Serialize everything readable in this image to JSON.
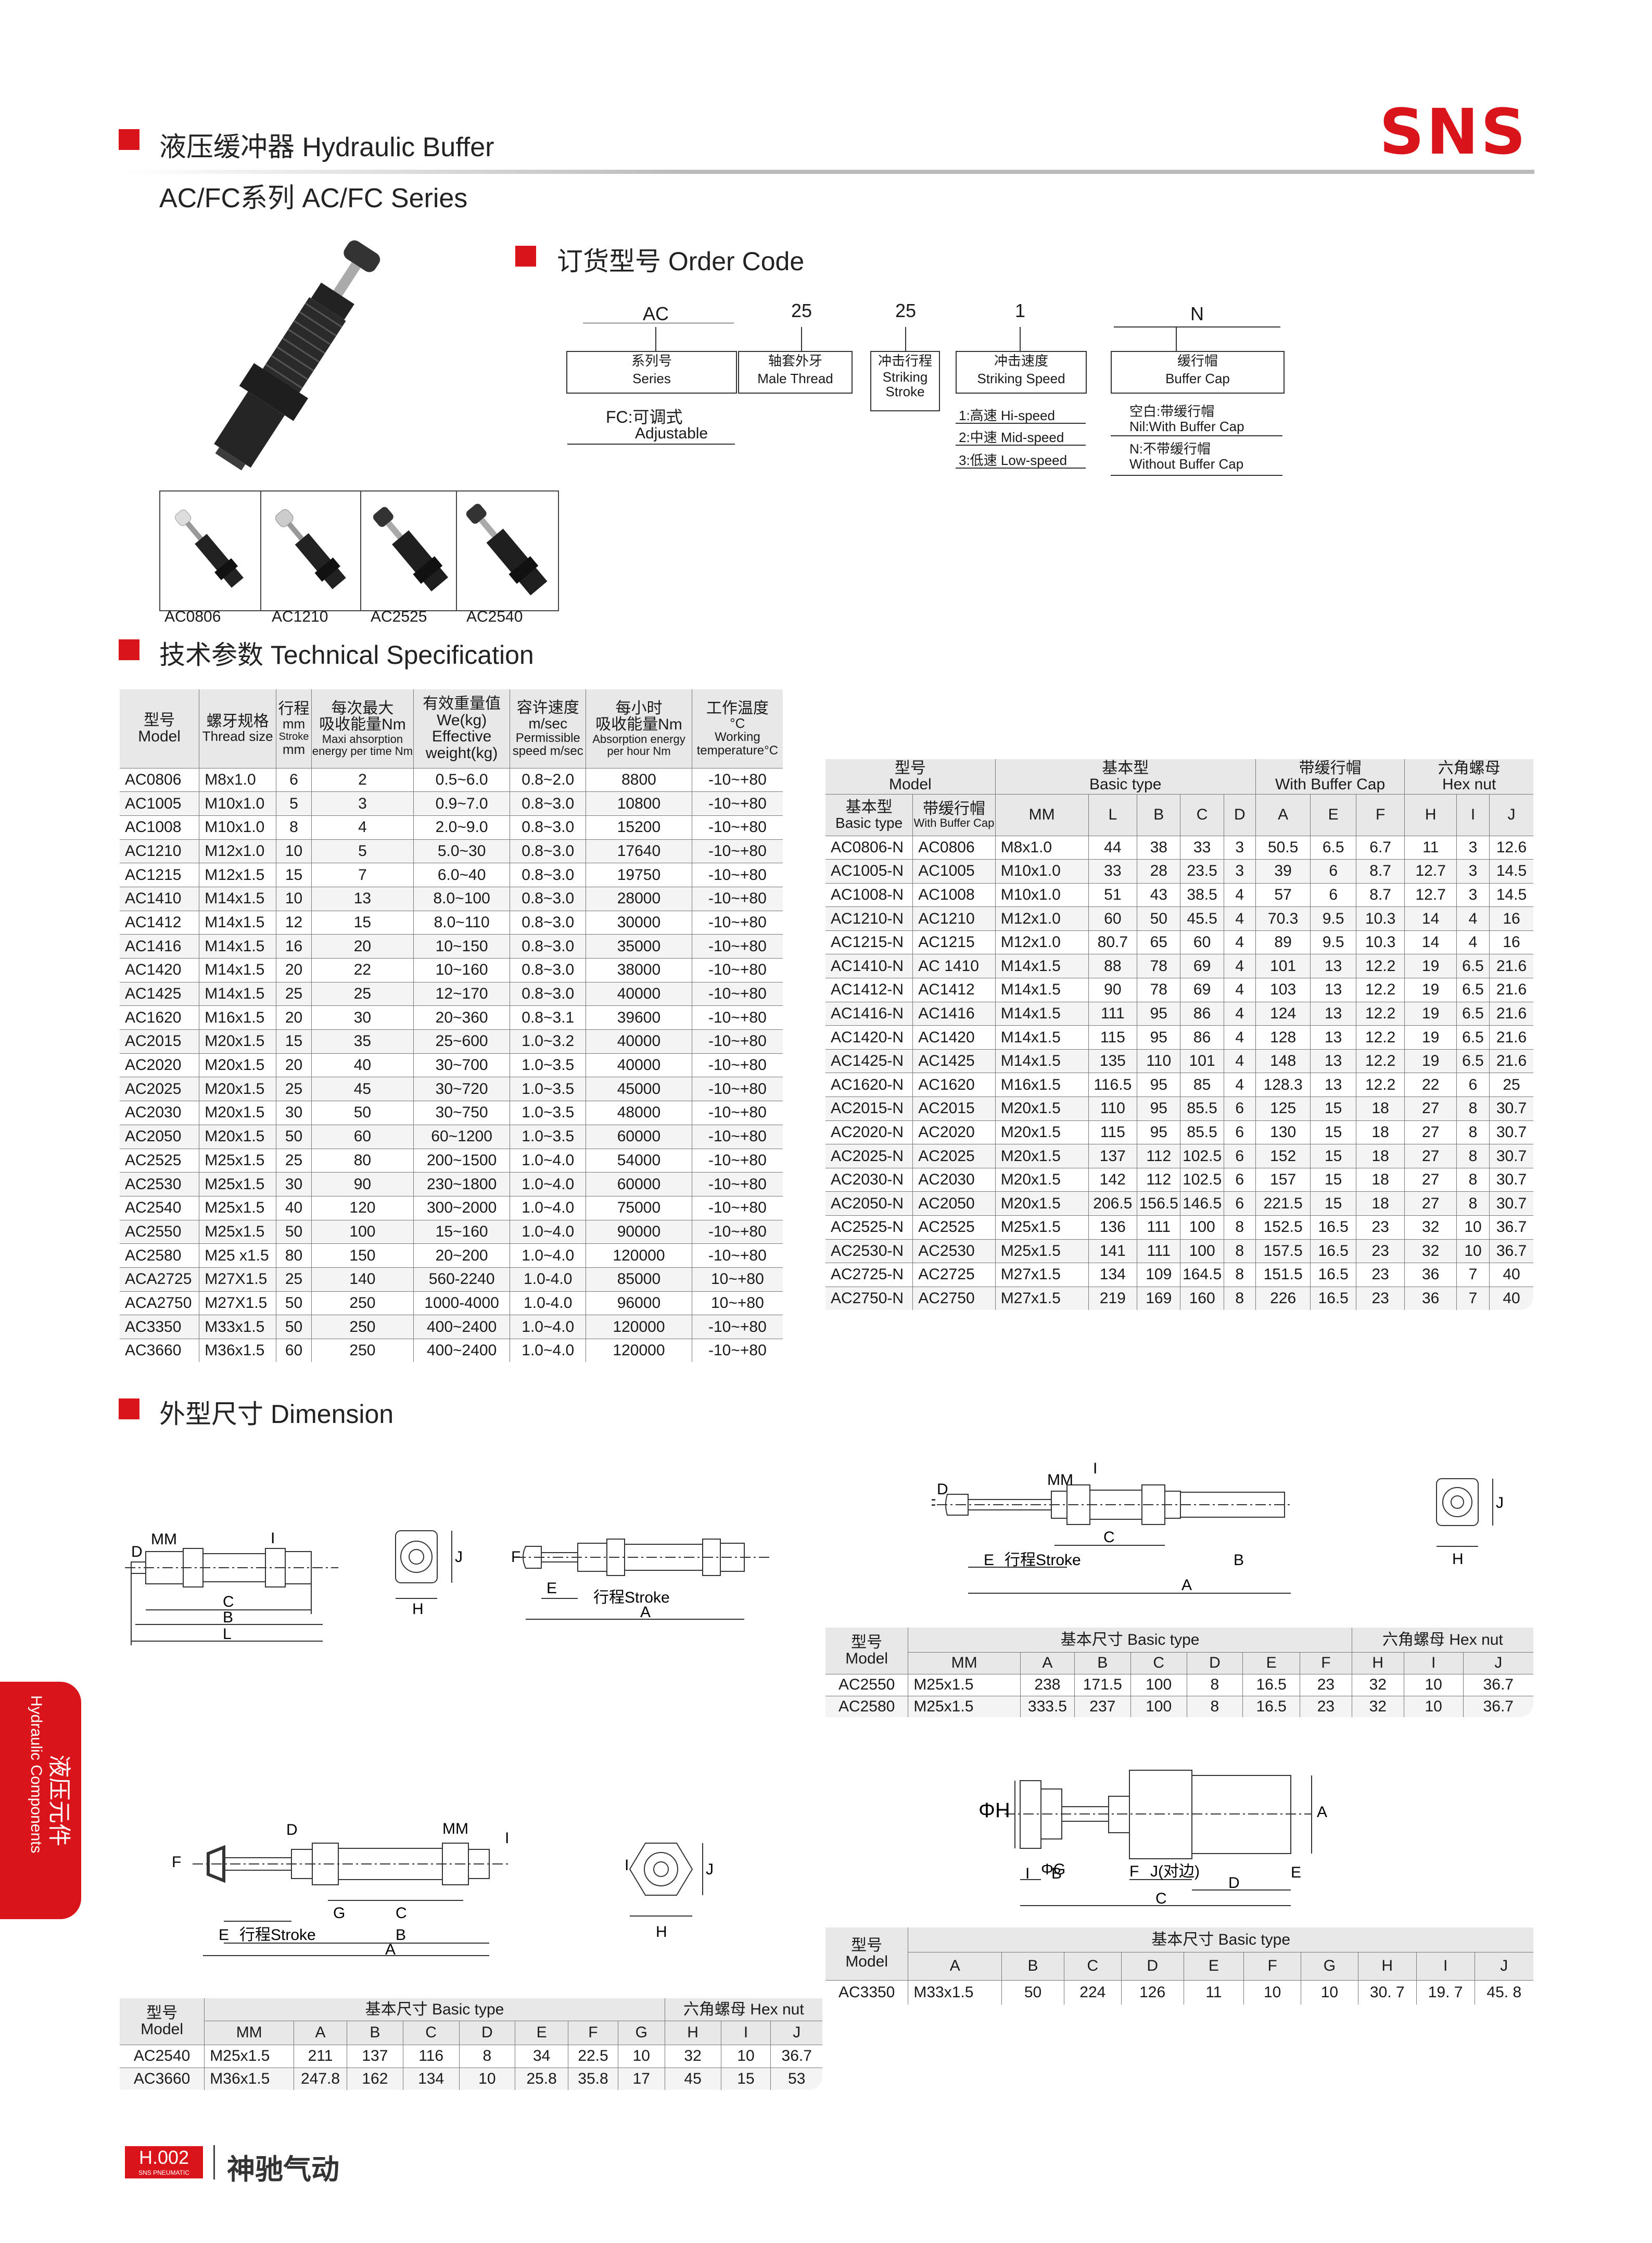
{
  "header": {
    "title": "液压缓冲器 Hydraulic Buffer",
    "series": "AC/FC系列 AC/FC Series",
    "logo": "SNS"
  },
  "sections": {
    "order_code": "订货型号 Order Code",
    "tech_spec": "技术参数 Technical Specification",
    "dimension": "外型尺寸 Dimension"
  },
  "order_code": {
    "codes": [
      "AC",
      "25",
      "25",
      "1",
      "N"
    ],
    "boxes": [
      {
        "zh": "系列号",
        "en": "Series"
      },
      {
        "zh": "轴套外牙",
        "en": "Male Thread"
      },
      {
        "zh": "冲击行程",
        "en": "Striking",
        "en2": "Stroke"
      },
      {
        "zh": "冲击速度",
        "en": "Striking Speed"
      },
      {
        "zh": "缓行帽",
        "en": "Buffer Cap"
      }
    ],
    "fc": "FC:可调式",
    "fc2": "Adjustable",
    "speeds": [
      "1:高速 Hi-speed",
      "2:中速 Mid-speed",
      "3:低速 Low-speed"
    ],
    "caps": [
      "空白:带缓行帽",
      "Nil:With Buffer Cap",
      "N:不带缓行帽",
      "Without Buffer Cap"
    ]
  },
  "thumbnails": [
    "AC0806",
    "AC1210",
    "AC2525",
    "AC2540"
  ],
  "spec": {
    "headers": [
      {
        "zh": "型号",
        "en": "Model"
      },
      {
        "zh": "螺牙规格",
        "en": "Thread size"
      },
      {
        "zh": "行程",
        "en": "mm",
        "en2": "Stroke",
        "en3": "mm"
      },
      {
        "zh": "每次最大",
        "zh2": "吸收能量Nm",
        "en": "Maxi ahsorption",
        "en2": "energy per time Nm"
      },
      {
        "zh": "有效重量值",
        "zh2": "We(kg)",
        "en": "Effective",
        "en2": "weight(kg)"
      },
      {
        "zh": "容许速度",
        "zh2": "m/sec",
        "en": "Permissible",
        "en2": "speed m/sec"
      },
      {
        "zh": "每小时",
        "zh2": "吸收能量Nm",
        "en": "Absorption energy",
        "en2": "per hour Nm"
      },
      {
        "zh": "工作温度",
        "zh2": "°C",
        "en": "Working",
        "en2": "temperature°C"
      }
    ],
    "rows": [
      [
        "AC0806",
        "M8x1.0",
        "6",
        "2",
        "0.5~6.0",
        "0.8~2.0",
        "8800",
        "-10~+80"
      ],
      [
        "AC1005",
        "M10x1.0",
        "5",
        "3",
        "0.9~7.0",
        "0.8~3.0",
        "10800",
        "-10~+80"
      ],
      [
        "AC1008",
        "M10x1.0",
        "8",
        "4",
        "2.0~9.0",
        "0.8~3.0",
        "15200",
        "-10~+80"
      ],
      [
        "AC1210",
        "M12x1.0",
        "10",
        "5",
        "5.0~30",
        "0.8~3.0",
        "17640",
        "-10~+80"
      ],
      [
        "AC1215",
        "M12x1.5",
        "15",
        "7",
        "6.0~40",
        "0.8~3.0",
        "19750",
        "-10~+80"
      ],
      [
        "AC1410",
        "M14x1.5",
        "10",
        "13",
        "8.0~100",
        "0.8~3.0",
        "28000",
        "-10~+80"
      ],
      [
        "AC1412",
        "M14x1.5",
        "12",
        "15",
        "8.0~110",
        "0.8~3.0",
        "30000",
        "-10~+80"
      ],
      [
        "AC1416",
        "M14x1.5",
        "16",
        "20",
        "10~150",
        "0.8~3.0",
        "35000",
        "-10~+80"
      ],
      [
        "AC1420",
        "M14x1.5",
        "20",
        "22",
        "10~160",
        "0.8~3.0",
        "38000",
        "-10~+80"
      ],
      [
        "AC1425",
        "M14x1.5",
        "25",
        "25",
        "12~170",
        "0.8~3.0",
        "40000",
        "-10~+80"
      ],
      [
        "AC1620",
        "M16x1.5",
        "20",
        "30",
        "20~360",
        "0.8~3.1",
        "39600",
        "-10~+80"
      ],
      [
        "AC2015",
        "M20x1.5",
        "15",
        "35",
        "25~600",
        "1.0~3.2",
        "40000",
        "-10~+80"
      ],
      [
        "AC2020",
        "M20x1.5",
        "20",
        "40",
        "30~700",
        "1.0~3.5",
        "40000",
        "-10~+80"
      ],
      [
        "AC2025",
        "M20x1.5",
        "25",
        "45",
        "30~720",
        "1.0~3.5",
        "45000",
        "-10~+80"
      ],
      [
        "AC2030",
        "M20x1.5",
        "30",
        "50",
        "30~750",
        "1.0~3.5",
        "48000",
        "-10~+80"
      ],
      [
        "AC2050",
        "M20x1.5",
        "50",
        "60",
        "60~1200",
        "1.0~3.5",
        "60000",
        "-10~+80"
      ],
      [
        "AC2525",
        "M25x1.5",
        "25",
        "80",
        "200~1500",
        "1.0~4.0",
        "54000",
        "-10~+80"
      ],
      [
        "AC2530",
        "M25x1.5",
        "30",
        "90",
        "230~1800",
        "1.0~4.0",
        "60000",
        "-10~+80"
      ],
      [
        "AC2540",
        "M25x1.5",
        "40",
        "120",
        "300~2000",
        "1.0~4.0",
        "75000",
        "-10~+80"
      ],
      [
        "AC2550",
        "M25x1.5",
        "50",
        "100",
        "15~160",
        "1.0~4.0",
        "90000",
        "-10~+80"
      ],
      [
        "AC2580",
        "M25 x1.5",
        "80",
        "150",
        "20~200",
        "1.0~4.0",
        "120000",
        "-10~+80"
      ],
      [
        "ACA2725",
        "M27X1.5",
        "25",
        "140",
        "560-2240",
        "1.0-4.0",
        "85000",
        "10~+80"
      ],
      [
        "ACA2750",
        "M27X1.5",
        "50",
        "250",
        "1000-4000",
        "1.0-4.0",
        "96000",
        "10~+80"
      ],
      [
        "AC3350",
        "M33x1.5",
        "50",
        "250",
        "400~2400",
        "1.0~4.0",
        "120000",
        "-10~+80"
      ],
      [
        "AC3660",
        "M36x1.5",
        "60",
        "250",
        "400~2400",
        "1.0~4.0",
        "120000",
        "-10~+80"
      ]
    ]
  },
  "dim1": {
    "model": "型号",
    "model_en": "Model",
    "basic": "基本型",
    "basic_en": "Basic type",
    "cap": "带缓行帽",
    "cap_en": "With Buffer Cap",
    "hex": "六角螺母",
    "hex_en": "Hex nut",
    "cols": [
      "MM",
      "L",
      "B",
      "C",
      "D",
      "A",
      "E",
      "F",
      "H",
      "I",
      "J"
    ],
    "rows": [
      [
        "AC0806-N",
        "AC0806",
        "M8x1.0",
        "44",
        "38",
        "33",
        "3",
        "50.5",
        "6.5",
        "6.7",
        "11",
        "3",
        "12.6"
      ],
      [
        "AC1005-N",
        "AC1005",
        "M10x1.0",
        "33",
        "28",
        "23.5",
        "3",
        "39",
        "6",
        "8.7",
        "12.7",
        "3",
        "14.5"
      ],
      [
        "AC1008-N",
        "AC1008",
        "M10x1.0",
        "51",
        "43",
        "38.5",
        "4",
        "57",
        "6",
        "8.7",
        "12.7",
        "3",
        "14.5"
      ],
      [
        "AC1210-N",
        "AC1210",
        "M12x1.0",
        "60",
        "50",
        "45.5",
        "4",
        "70.3",
        "9.5",
        "10.3",
        "14",
        "4",
        "16"
      ],
      [
        "AC1215-N",
        "AC1215",
        "M12x1.0",
        "80.7",
        "65",
        "60",
        "4",
        "89",
        "9.5",
        "10.3",
        "14",
        "4",
        "16"
      ],
      [
        "AC1410-N",
        "AC 1410",
        "M14x1.5",
        "88",
        "78",
        "69",
        "4",
        "101",
        "13",
        "12.2",
        "19",
        "6.5",
        "21.6"
      ],
      [
        "AC1412-N",
        "AC1412",
        "M14x1.5",
        "90",
        "78",
        "69",
        "4",
        "103",
        "13",
        "12.2",
        "19",
        "6.5",
        "21.6"
      ],
      [
        "AC1416-N",
        "AC1416",
        "M14x1.5",
        "111",
        "95",
        "86",
        "4",
        "124",
        "13",
        "12.2",
        "19",
        "6.5",
        "21.6"
      ],
      [
        "AC1420-N",
        "AC1420",
        "M14x1.5",
        "115",
        "95",
        "86",
        "4",
        "128",
        "13",
        "12.2",
        "19",
        "6.5",
        "21.6"
      ],
      [
        "AC1425-N",
        "AC1425",
        "M14x1.5",
        "135",
        "110",
        "101",
        "4",
        "148",
        "13",
        "12.2",
        "19",
        "6.5",
        "21.6"
      ],
      [
        "AC1620-N",
        "AC1620",
        "M16x1.5",
        "116.5",
        "95",
        "85",
        "4",
        "128.3",
        "13",
        "12.2",
        "22",
        "6",
        "25"
      ],
      [
        "AC2015-N",
        "AC2015",
        "M20x1.5",
        "110",
        "95",
        "85.5",
        "6",
        "125",
        "15",
        "18",
        "27",
        "8",
        "30.7"
      ],
      [
        "AC2020-N",
        "AC2020",
        "M20x1.5",
        "115",
        "95",
        "85.5",
        "6",
        "130",
        "15",
        "18",
        "27",
        "8",
        "30.7"
      ],
      [
        "AC2025-N",
        "AC2025",
        "M20x1.5",
        "137",
        "112",
        "102.5",
        "6",
        "152",
        "15",
        "18",
        "27",
        "8",
        "30.7"
      ],
      [
        "AC2030-N",
        "AC2030",
        "M20x1.5",
        "142",
        "112",
        "102.5",
        "6",
        "157",
        "15",
        "18",
        "27",
        "8",
        "30.7"
      ],
      [
        "AC2050-N",
        "AC2050",
        "M20x1.5",
        "206.5",
        "156.5",
        "146.5",
        "6",
        "221.5",
        "15",
        "18",
        "27",
        "8",
        "30.7"
      ],
      [
        "AC2525-N",
        "AC2525",
        "M25x1.5",
        "136",
        "111",
        "100",
        "8",
        "152.5",
        "16.5",
        "23",
        "32",
        "10",
        "36.7"
      ],
      [
        "AC2530-N",
        "AC2530",
        "M25x1.5",
        "141",
        "111",
        "100",
        "8",
        "157.5",
        "16.5",
        "23",
        "32",
        "10",
        "36.7"
      ],
      [
        "AC2725-N",
        "AC2725",
        "M27x1.5",
        "134",
        "109",
        "164.5",
        "8",
        "151.5",
        "16.5",
        "23",
        "36",
        "7",
        "40"
      ],
      [
        "AC2750-N",
        "AC2750",
        "M27x1.5",
        "219",
        "169",
        "160",
        "8",
        "226",
        "16.5",
        "23",
        "36",
        "7",
        "40"
      ]
    ]
  },
  "dim2": {
    "model": "型号",
    "model_en": "Model",
    "basic": "基本尺寸 Basic type",
    "hex": "六角螺母 Hex nut",
    "cols": [
      "MM",
      "A",
      "B",
      "C",
      "D",
      "E",
      "F",
      "H",
      "I",
      "J"
    ],
    "rows": [
      [
        "AC2550",
        "M25x1.5",
        "238",
        "171.5",
        "100",
        "8",
        "16.5",
        "23",
        "32",
        "10",
        "36.7"
      ],
      [
        "AC2580",
        "M25x1.5",
        "333.5",
        "237",
        "100",
        "8",
        "16.5",
        "23",
        "32",
        "10",
        "36.7"
      ]
    ]
  },
  "dim3": {
    "model": "型号",
    "model_en": "Model",
    "basic": "基本尺寸 Basic type",
    "hex": "六角螺母 Hex nut",
    "cols": [
      "MM",
      "A",
      "B",
      "C",
      "D",
      "E",
      "F",
      "G",
      "H",
      "I",
      "J"
    ],
    "rows": [
      [
        "AC2540",
        "M25x1.5",
        "211",
        "137",
        "116",
        "8",
        "34",
        "22.5",
        "10",
        "32",
        "10",
        "36.7"
      ],
      [
        "AC3660",
        "M36x1.5",
        "247.8",
        "162",
        "134",
        "10",
        "25.8",
        "35.8",
        "17",
        "45",
        "15",
        "53"
      ]
    ]
  },
  "dim4": {
    "model": "型号",
    "model_en": "Model",
    "basic": "基本尺寸 Basic type",
    "cols": [
      "A",
      "B",
      "C",
      "D",
      "E",
      "F",
      "G",
      "H",
      "I",
      "J"
    ],
    "rows": [
      [
        "AC3350",
        "M33x1.5",
        "50",
        "224",
        "126",
        "11",
        "10",
        "10",
        "30. 7",
        "19. 7",
        "45. 8"
      ]
    ]
  },
  "drawing_labels": {
    "stroke": "行程Stroke",
    "stroke_e": "E",
    "j_opposite": "J(对边)",
    "mm": "MM",
    "l": "L",
    "a": "A",
    "b": "B",
    "c": "C",
    "d": "D",
    "e": "E",
    "f": "F",
    "g": "G",
    "h": "H",
    "i": "I",
    "j": "J",
    "phi_h": "ΦH",
    "phi_g": "ΦG"
  },
  "side_tab": {
    "zh": "液压元件",
    "en": "Hydraulic Components"
  },
  "footer": {
    "page": "H.002",
    "sub": "SNS PNEUMATIC",
    "brand": "神驰气动"
  },
  "colors": {
    "accent": "#d9151b",
    "header_bg": "#e8e8e8"
  }
}
